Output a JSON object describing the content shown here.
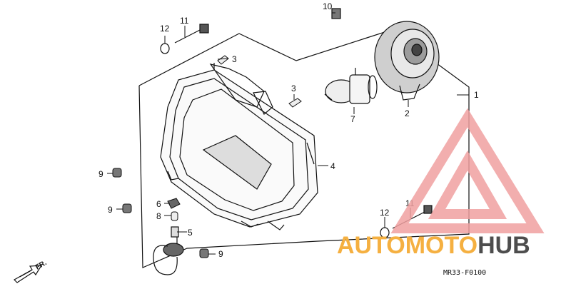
{
  "diagram": {
    "callouts": {
      "c1": "1",
      "c2": "2",
      "c3a": "3",
      "c3b": "3",
      "c4": "4",
      "c5": "5",
      "c6": "6",
      "c7": "7",
      "c8": "8",
      "c9a": "9",
      "c9b": "9",
      "c9c": "9",
      "c10": "10",
      "c11a": "11",
      "c11b": "11",
      "c12a": "12",
      "c12b": "12"
    },
    "direction_label": "FR.",
    "diagram_code": "MR33-F0100"
  },
  "watermark": {
    "brand_part1": "AUTOMOTO",
    "brand_part2": "HUB",
    "color_part1": "#f5b041",
    "color_part2": "#4d4d4d",
    "logo_color": "#f0a0a0"
  }
}
